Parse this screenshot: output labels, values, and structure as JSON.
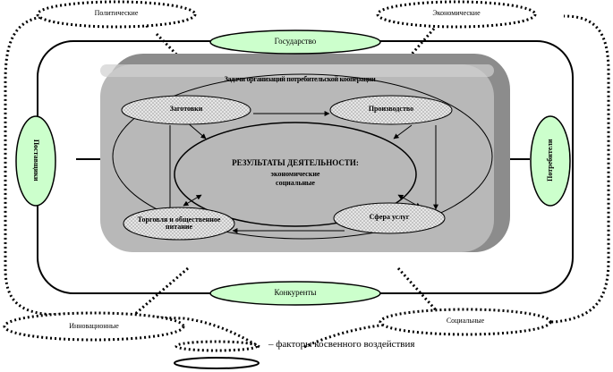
{
  "external_factors": {
    "political": "Политические",
    "economic": "Экономические",
    "innovation": "Инновационные",
    "social": "Социальные"
  },
  "actors": {
    "state": "Государство",
    "competitors": "Конкуренты",
    "suppliers": "Поставщики",
    "consumers": "Потребители"
  },
  "core": {
    "title": "Задачи организаций потребительской кооперации",
    "procurement": "Заготовки",
    "production": "Производство",
    "trade": "Торговля и общественное питание",
    "services": "Сфера услуг",
    "results_title": "РЕЗУЛЬТАТЫ ДЕЯТЕЛЬНОСТИ:",
    "results_line1": "экономические",
    "results_line2": "социальные"
  },
  "legend": {
    "text": "– факторы косвенного воздействия"
  },
  "colors": {
    "green_fill": "#ccffcc",
    "panel_gray": "#b8b8b8",
    "panel_dark": "#8c8c8c",
    "node_fill": "#d9d9d9"
  }
}
